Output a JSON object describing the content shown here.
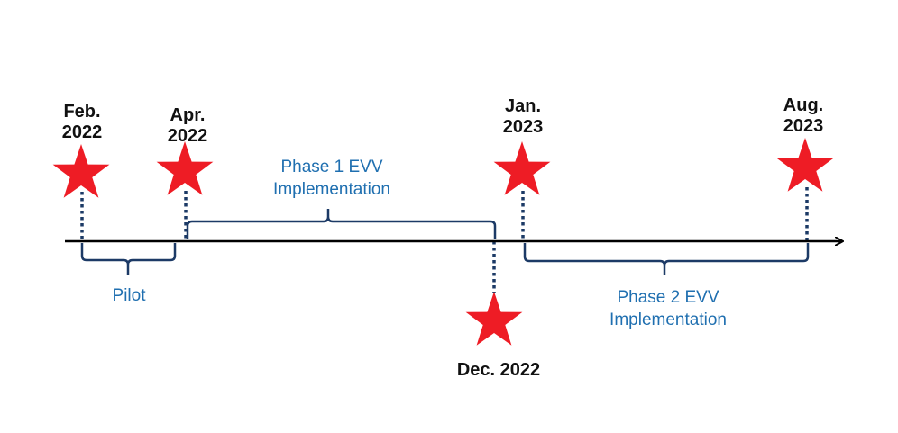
{
  "milestones": [
    {
      "line1": "Feb.",
      "line2": "2022"
    },
    {
      "line1": "Apr.",
      "line2": "2022"
    },
    {
      "line1": "Jan.",
      "line2": "2023"
    },
    {
      "line1": "Aug.",
      "line2": "2023"
    },
    {
      "line1": "Dec. 2022"
    }
  ],
  "phases": {
    "pilot": "Pilot",
    "phase1": {
      "line1": "Phase 1 EVV",
      "line2": "Implementation"
    },
    "phase2": {
      "line1": "Phase 2 EVV",
      "line2": "Implementation"
    }
  },
  "colors": {
    "star": "#ee1c25",
    "text_blue": "#1f6fb0",
    "brace": "#1c3a66"
  }
}
